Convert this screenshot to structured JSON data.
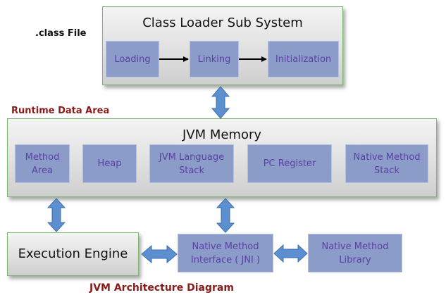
{
  "labels": {
    "class_file": ".class File",
    "runtime_data_area": "Runtime Data Area",
    "caption": "JVM Architecture Diagram"
  },
  "class_loader": {
    "title": "Class Loader Sub System",
    "steps": [
      "Loading",
      "Linking",
      "Initialization"
    ]
  },
  "jvm_memory": {
    "title": "JVM Memory",
    "areas": [
      "Method\nArea",
      "Heap",
      "JVM Language\nStack",
      "PC Register",
      "Native Method\nStack"
    ]
  },
  "execution_engine": {
    "title": "Execution Engine"
  },
  "native_interface": {
    "label": "Native Method\nInterface ( JNI )"
  },
  "native_library": {
    "label": "Native Method\nLibrary"
  },
  "colors": {
    "box_fill": "#8c9cc9",
    "box_text": "#5b3fa3",
    "label_red": "#8b1a1a",
    "arrow_fill": "#5b8fd0",
    "panel_border": "#7ab86a"
  }
}
